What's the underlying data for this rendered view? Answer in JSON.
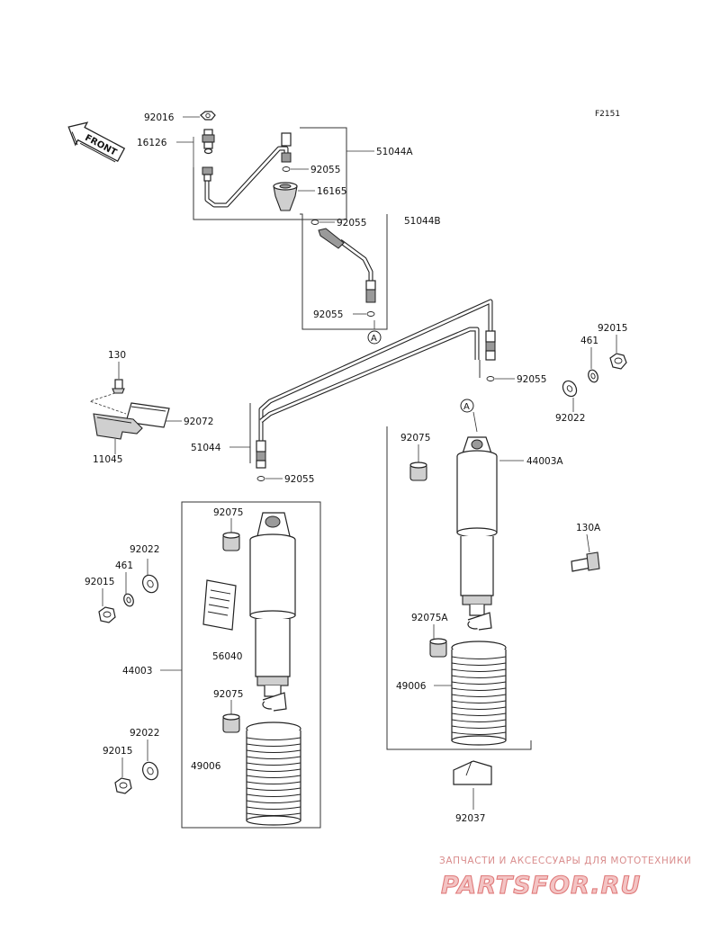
{
  "diagram_code": "F2151",
  "front_label": "FRONT",
  "callout_letter": "A",
  "watermark": {
    "tagline": "ЗАПЧАСТИ И АКСЕССУАРЫ ДЛЯ МОТОТЕХНИКИ",
    "logo": "PARTSFOR.RU"
  },
  "parts": {
    "p92016": "92016",
    "p16126": "16126",
    "p51044A": "51044A",
    "p92055_a": "92055",
    "p16165": "16165",
    "p92055_b": "92055",
    "p51044B": "51044B",
    "p92055_c": "92055",
    "p92015_r": "92015",
    "p461_r": "461",
    "p92055_d": "92055",
    "p92022_r": "92022",
    "p130": "130",
    "p92072": "92072",
    "p51044": "51044",
    "p11045": "11045",
    "p92055_e": "92055",
    "p92075_r": "92075",
    "p44003A": "44003A",
    "p130A": "130A",
    "p92075_l": "92075",
    "p92022_l": "92022",
    "p461_l": "461",
    "p92015_l": "92015",
    "p56040": "56040",
    "p44003": "44003",
    "p92075A": "92075A",
    "p49006_r": "49006",
    "p92075_l2": "92075",
    "p92022_l2": "92022",
    "p92015_l2": "92015",
    "p49006_l": "49006",
    "p92037": "92037"
  }
}
